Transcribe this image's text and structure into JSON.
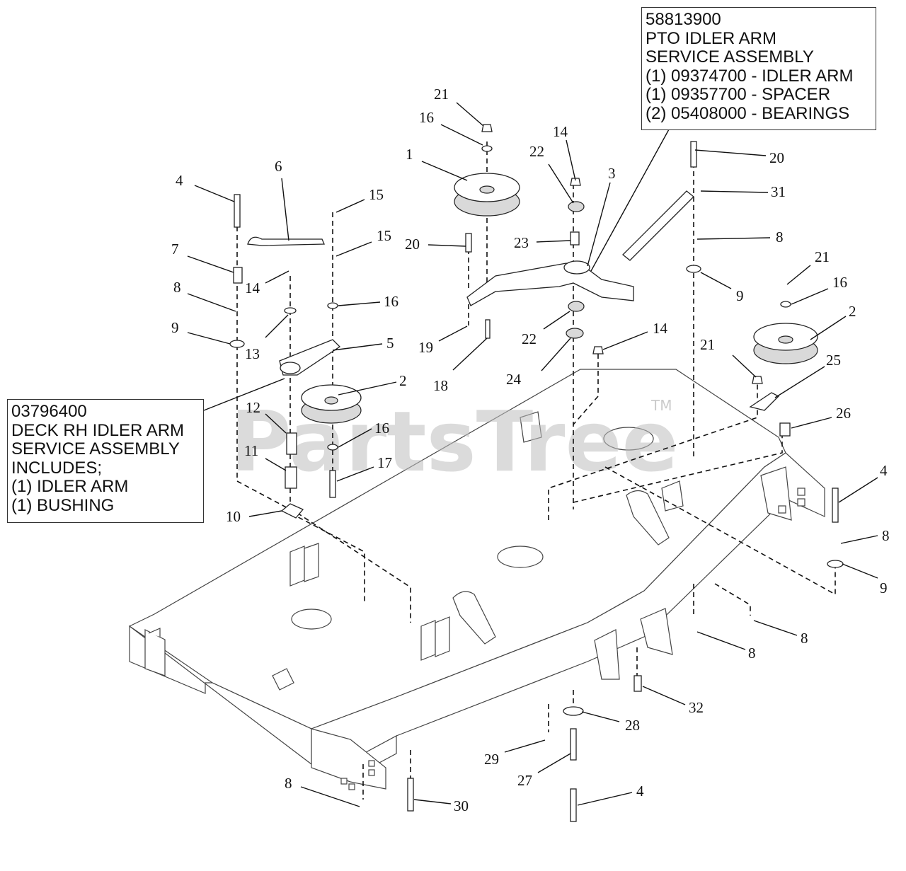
{
  "watermark": "PartsTree",
  "watermark_tm": "TM",
  "callouts": {
    "pto_idler_arm": {
      "lines": [
        "58813900",
        "PTO IDLER ARM",
        "SERVICE ASSEMBLY",
        "(1) 09374700 - IDLER ARM",
        "(1) 09357700 - SPACER",
        "(2) 05408000 - BEARINGS"
      ]
    },
    "deck_rh_idler_arm": {
      "lines": [
        "03796400",
        "DECK RH IDLER ARM",
        "SERVICE ASSEMBLY",
        "INCLUDES;",
        "(1) IDLER ARM",
        "(1) BUSHING"
      ]
    }
  },
  "part_labels": [
    "21",
    "16",
    "1",
    "14",
    "22",
    "3",
    "20",
    "31",
    "4",
    "6",
    "15",
    "15",
    "20",
    "23",
    "8",
    "7",
    "14",
    "16",
    "8",
    "9",
    "9",
    "13",
    "5",
    "21",
    "16",
    "2",
    "19",
    "22",
    "18",
    "24",
    "14",
    "21",
    "25",
    "2",
    "26",
    "12",
    "16",
    "11",
    "17",
    "10",
    "4",
    "8",
    "9",
    "8",
    "8",
    "32",
    "28",
    "29",
    "27",
    "30",
    "8",
    "4"
  ]
}
